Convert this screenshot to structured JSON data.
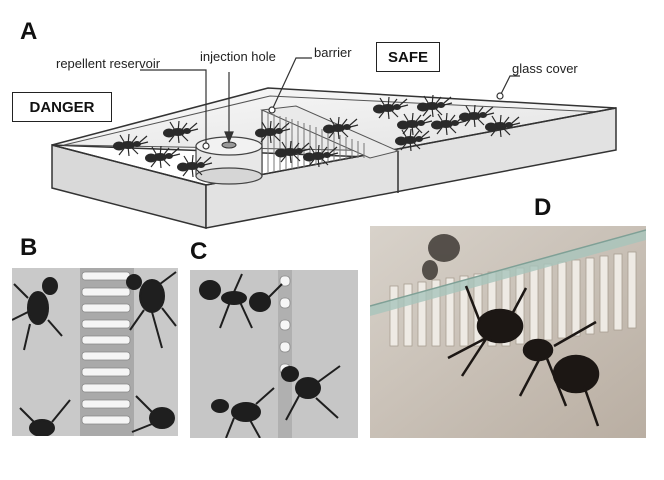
{
  "panels": {
    "a": "A",
    "b": "B",
    "c": "C",
    "d": "D"
  },
  "labels": {
    "repellent_reservoir": "repellent reservoir",
    "injection_hole": "injection hole",
    "barrier": "barrier",
    "glass_cover": "glass cover",
    "safe": "SAFE",
    "danger": "DANGER"
  },
  "colors": {
    "outline": "#333333",
    "arena_floor": "#ececec",
    "wall_front": "#d9d9d9",
    "wall_top": "#f4f4f4",
    "ant": "#2a2a2a",
    "photo_bw_bg": "#c8c8c8",
    "photo_d_bg": "#cfc6bc"
  },
  "icons": [
    "ant-icon",
    "reservoir-icon",
    "barrier-comb-icon"
  ]
}
